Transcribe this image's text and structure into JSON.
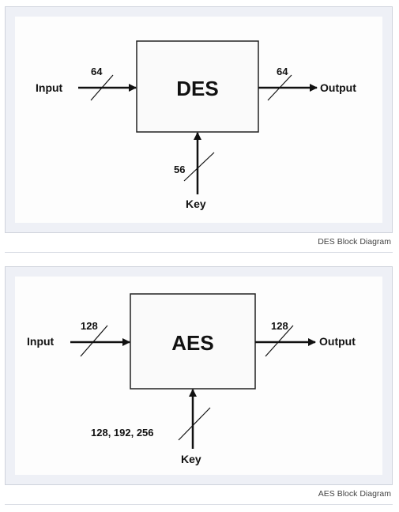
{
  "figures": [
    {
      "block_label": "DES",
      "input_label": "Input",
      "output_label": "Output",
      "key_label": "Key",
      "input_bits": "64",
      "output_bits": "64",
      "key_bits": "56",
      "caption": "DES Block Diagram"
    },
    {
      "block_label": "AES",
      "input_label": "Input",
      "output_label": "Output",
      "key_label": "Key",
      "input_bits": "128",
      "output_bits": "128",
      "key_bits": "128, 192, 256",
      "caption": "AES Block Diagram"
    }
  ]
}
